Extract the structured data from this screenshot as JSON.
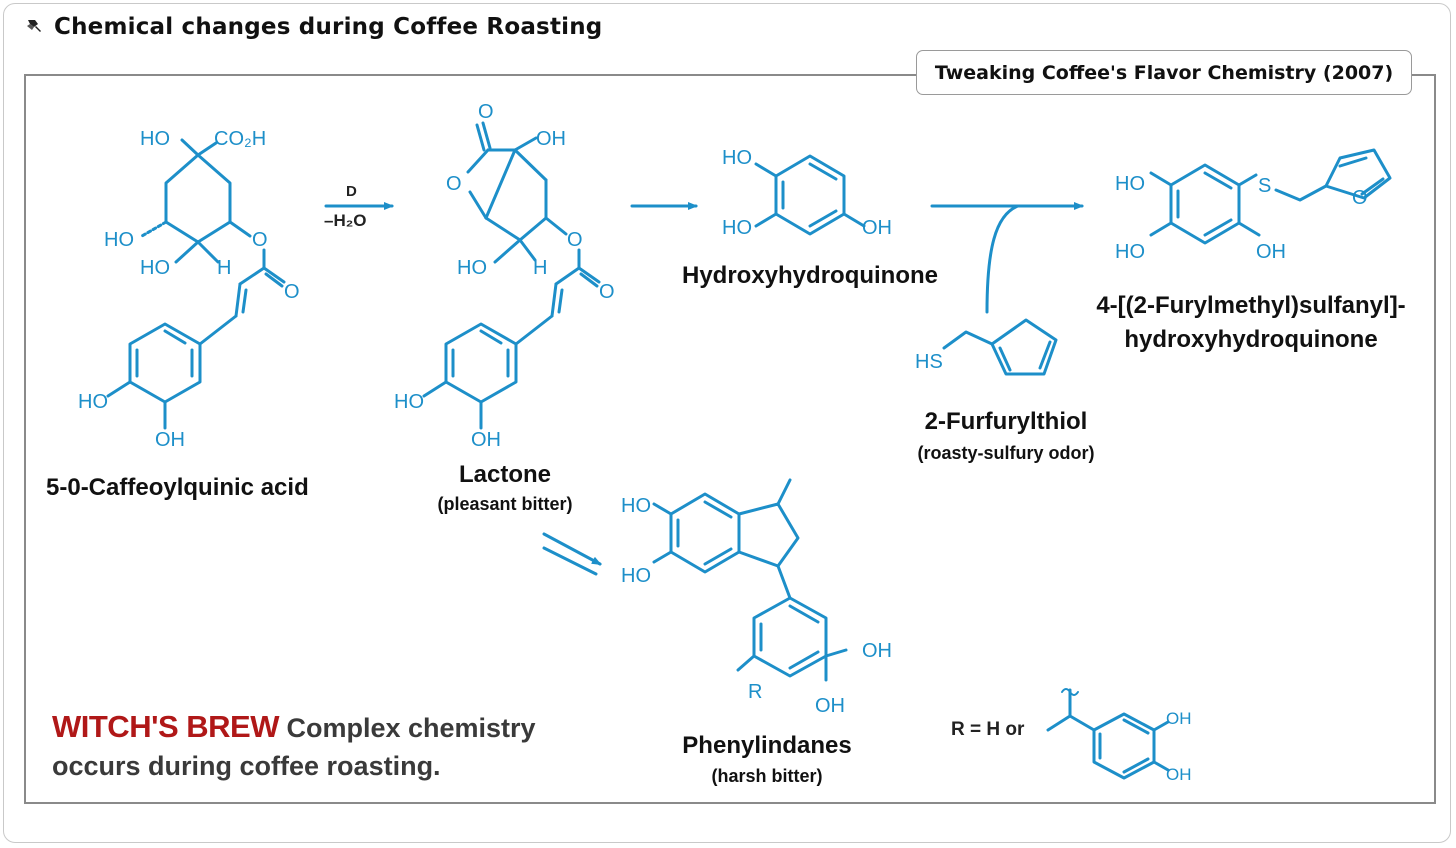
{
  "header": {
    "title": "Chemical changes during Coffee Roasting",
    "icon": "pushpin-icon"
  },
  "source_tag": "Tweaking Coffee's Flavor Chemistry (2007)",
  "colors": {
    "structure": "#1d8fc9",
    "brand": "#b01818"
  },
  "compounds": {
    "caffeoylquinic": {
      "name": "5-0-Caffeoylquinic acid"
    },
    "lactone": {
      "name": "Lactone",
      "note": "(pleasant bitter)"
    },
    "hydroxyhydroquinone": {
      "name": "Hydroxyhydroquinone"
    },
    "furfurylthiol": {
      "name": "2-Furfurylthiol",
      "note": "(roasty-sulfury odor)"
    },
    "product": {
      "name_line1": "4-[(2-Furylmethyl)sulfanyl]-",
      "name_line2": "hydroxyhydroquinone"
    },
    "phenylindanes": {
      "name": "Phenylindanes",
      "note": "(harsh bitter)"
    }
  },
  "reaction": {
    "arrow1_top": "D",
    "arrow1_bottom": "–H₂O"
  },
  "atoms": {
    "HO": "HO",
    "OH": "OH",
    "CO2H": "CO₂H",
    "O": "O",
    "H": "H",
    "S": "S",
    "HS": "HS",
    "R": "R"
  },
  "r_definition": "R = H  or",
  "caption": {
    "brand": "WITCH'S BREW",
    "line1_rest": " Complex chemistry",
    "line2": "occurs during coffee roasting."
  }
}
